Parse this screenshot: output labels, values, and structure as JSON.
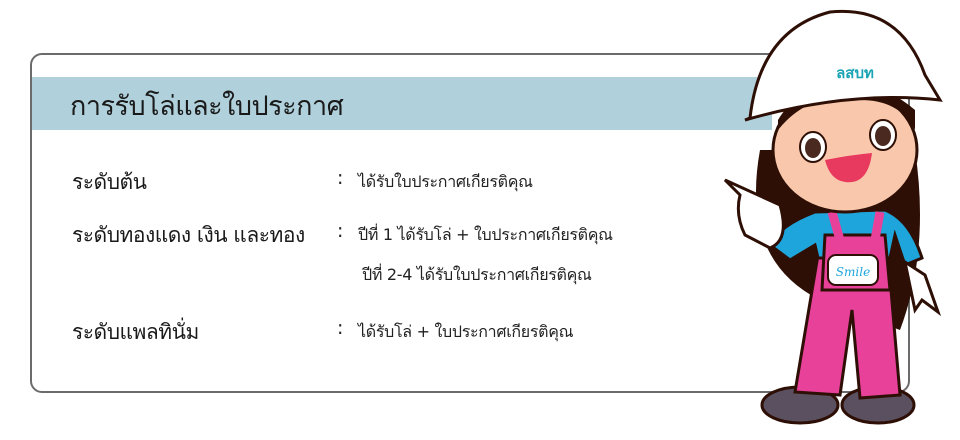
{
  "title": "การรับโล่และใบประกาศ",
  "rows": [
    {
      "level": "ระดับต้น",
      "lines": [
        "ได้รับใบประกาศเกียรติคุณ"
      ]
    },
    {
      "level": "ระดับทองแดง เงิน และทอง",
      "lines": [
        "ปีที่ 1  ได้รับโล่  + ใบประกาศเกียรติคุณ",
        "ปีที่ 2-4 ได้รับใบประกาศเกียรติคุณ"
      ]
    },
    {
      "level": "ระดับแพลทินั่ม",
      "lines": [
        "ได้รับโล่ + ใบประกาศเกียรติคุณ"
      ]
    }
  ],
  "colon": ":",
  "mascot": {
    "helmet_logo": "ลสบท",
    "badge_text": "Smile"
  },
  "colors": {
    "band": "#b0d1dc",
    "border": "#6b6b6b",
    "overalls": "#e8419a",
    "shirt": "#1ea6dc"
  }
}
